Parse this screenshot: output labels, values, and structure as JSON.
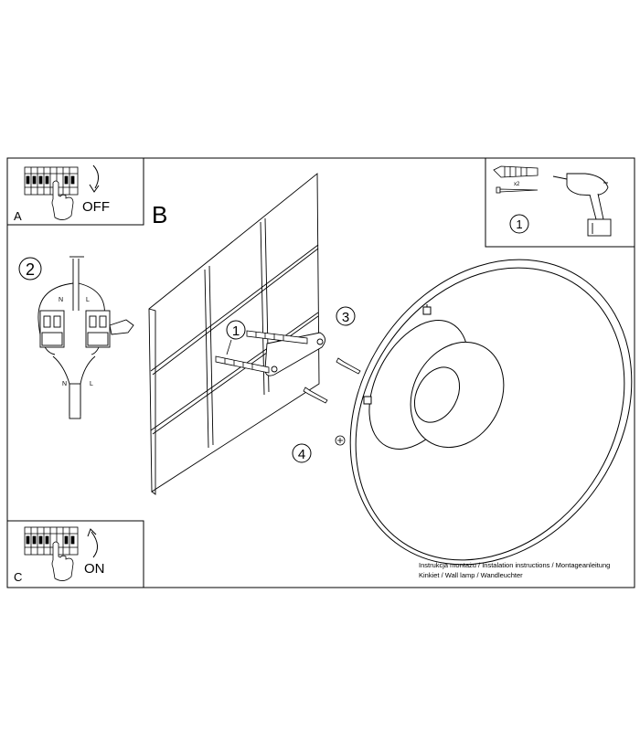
{
  "panels": {
    "a": {
      "letter": "A",
      "state": "OFF"
    },
    "b": {
      "letter": "B"
    },
    "c": {
      "letter": "C",
      "state": "ON"
    }
  },
  "wiring": {
    "step": "2",
    "top_n": "N",
    "top_l": "L",
    "bottom_n": "N",
    "bottom_l": "L"
  },
  "tools": {
    "step": "1",
    "quantity": "x2"
  },
  "steps": {
    "wall_plugs": "1",
    "screws": "3",
    "mount_screw": "4"
  },
  "caption": {
    "line1": "Instrukcja montażu / Instalation instructions / Montageanleitung",
    "line2": "Kinkiet / Wall lamp / Wandleuchter"
  }
}
